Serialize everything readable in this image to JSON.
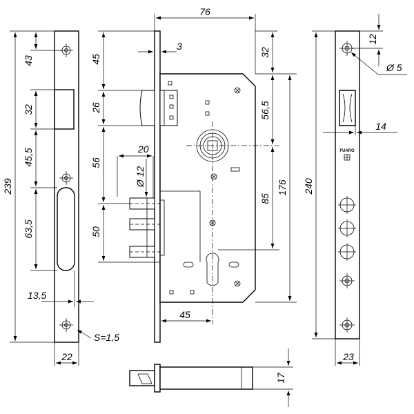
{
  "left_view": {
    "dims": [
      "239",
      "43",
      "32",
      "45,5",
      "63,5",
      "13,5",
      "22"
    ],
    "thickness": "S=1,5"
  },
  "center_view": {
    "dims": [
      "76",
      "3",
      "45",
      "26",
      "20",
      "56",
      "Ø 12",
      "50",
      "32",
      "56,5",
      "85",
      "176",
      "45"
    ]
  },
  "right_view": {
    "dims": [
      "12",
      "Ø 5",
      "14",
      "240",
      "23"
    ],
    "brand": "FUARO"
  },
  "bottom_view": {
    "dims": [
      "17"
    ]
  }
}
